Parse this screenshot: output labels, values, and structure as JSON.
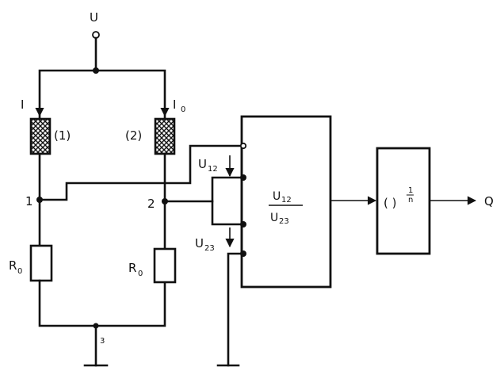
{
  "diagram": {
    "supply_label": "U",
    "current_label": "I",
    "reference_current_label": "I",
    "reference_current_subscript": "0",
    "sensor_1_label": "(1)",
    "sensor_2_label": "(2)",
    "node_1_label": "1",
    "node_2_label": "2",
    "node_3_label": "3",
    "resistor_1_label": "R",
    "resistor_1_subscript": "0",
    "resistor_2_label": "R",
    "resistor_2_subscript": "0",
    "voltage_12_label": "U",
    "voltage_12_subscript": "12",
    "voltage_23_label": "U",
    "voltage_23_subscript": "23",
    "divider_numerator": "U",
    "divider_numerator_sub": "12",
    "divider_denominator": "U",
    "divider_denominator_sub": "23",
    "root_block_base": "( )",
    "root_exponent_num": "1",
    "root_exponent_den": "n",
    "output_label": "Q"
  }
}
